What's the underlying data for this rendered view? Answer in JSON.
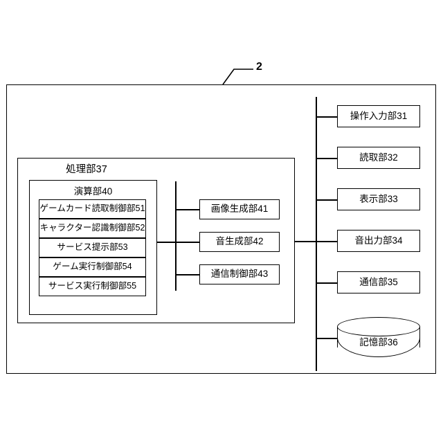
{
  "figure": {
    "reference_numeral": "2",
    "outer_system_label": "",
    "processing_unit": {
      "label": "処理部37",
      "arithmetic_unit": {
        "label": "演算部40",
        "items": [
          {
            "label": "ゲームカード読取制御部51"
          },
          {
            "label": "キャラクター認識制御部52"
          },
          {
            "label": "サービス提示部53"
          },
          {
            "label": "ゲーム実行制御部54"
          },
          {
            "label": "サービス実行制御部55"
          }
        ]
      },
      "generators": [
        {
          "label": "画像生成部41"
        },
        {
          "label": "音生成部42"
        },
        {
          "label": "通信制御部43"
        }
      ]
    },
    "peripherals": [
      {
        "label": "操作入力部31",
        "shape": "rect"
      },
      {
        "label": "読取部32",
        "shape": "rect"
      },
      {
        "label": "表示部33",
        "shape": "rect"
      },
      {
        "label": "音出力部34",
        "shape": "rect"
      },
      {
        "label": "通信部35",
        "shape": "rect"
      },
      {
        "label": "記憶部36",
        "shape": "cylinder"
      }
    ]
  },
  "colors": {
    "line": "#000000",
    "background": "#ffffff"
  }
}
